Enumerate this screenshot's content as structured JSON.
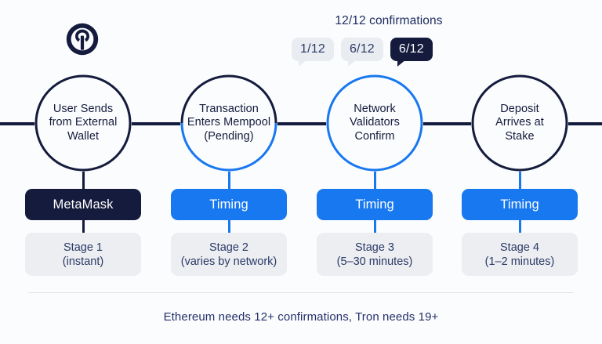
{
  "brand": {
    "logo_icon": "tree-circle-logo",
    "color": "#141b3d"
  },
  "header": {
    "confirmations_caption": "12/12 confirmations",
    "badges": [
      {
        "label": "1/12",
        "style": "light",
        "name": "badge-1-of-12"
      },
      {
        "label": "6/12",
        "style": "light",
        "name": "badge-6-of-12-light"
      },
      {
        "label": "6/12",
        "style": "dark",
        "name": "badge-6-of-12-dark"
      }
    ]
  },
  "flow": {
    "nodes": [
      {
        "label": "User Sends\nfrom External\nWallet",
        "ring": "navy"
      },
      {
        "label": "Transaction\nEnters Mempool\n(Pending)",
        "ring": "split"
      },
      {
        "label": "Network\nValidators\nConfirm",
        "ring": "blue"
      },
      {
        "label": "Deposit\nArrives at\nStake",
        "ring": "navy"
      }
    ],
    "chips": [
      {
        "label": "MetaMask",
        "style": "navy"
      },
      {
        "label": "Timing",
        "style": "blue"
      },
      {
        "label": "Timing",
        "style": "blue"
      },
      {
        "label": "Timing",
        "style": "blue"
      }
    ],
    "stages": [
      {
        "title": "Stage 1",
        "detail": "(instant)"
      },
      {
        "title": "Stage 2",
        "detail": "(varies by network)"
      },
      {
        "title": "Stage 3",
        "detail": "(5–30 minutes)"
      },
      {
        "title": "Stage 4",
        "detail": "(1–2 minutes)"
      }
    ]
  },
  "footer": {
    "note": "Ethereum needs 12+ confirmations, Tron needs 19+"
  },
  "colors": {
    "navy": "#141b3d",
    "blue": "#1878f0",
    "chip_gray": "#eceef2",
    "badge_gray": "#e9ecf1",
    "background": "#fbfcfd",
    "text_navy": "#24306b"
  }
}
